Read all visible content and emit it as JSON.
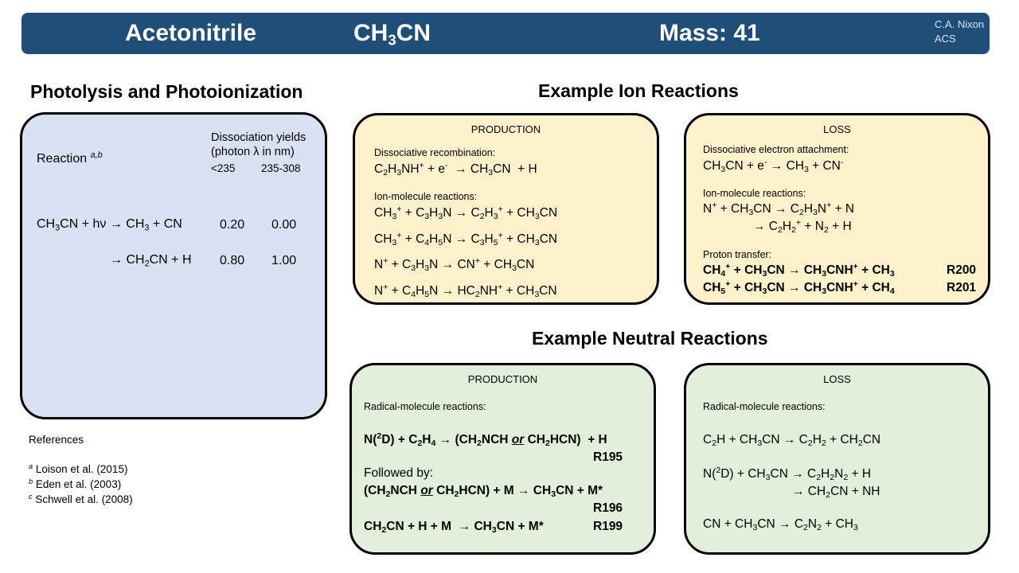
{
  "banner": {
    "name": "Acetonitrile",
    "mass": "Mass: 41",
    "credit_line1": "C.A. Nixon",
    "credit_line2": "ACS"
  },
  "photolysis": {
    "heading": "Photolysis and Photoionization",
    "reaction_header": "Reaction",
    "reaction_header_sup": "a,b",
    "yields_header_line1": "Dissociation yields",
    "yields_header_line2": "(photon λ in nm)",
    "col1": "<235",
    "col2": "235-308",
    "rows": [
      {
        "yield1": "0.20",
        "yield2": "0.00"
      },
      {
        "yield1": "0.80",
        "yield2": "1.00"
      }
    ]
  },
  "ion_reactions": {
    "heading": "Example Ion Reactions",
    "production_title": "PRODUCTION",
    "production_sub1": "Dissociative recombination:",
    "production_sub2": "Ion-molecule reactions:",
    "loss_title": "LOSS",
    "loss_sub1": "Dissociative electron attachment:",
    "loss_sub2": "Ion-molecule reactions:",
    "loss_sub3": "Proton transfer:",
    "loss_label1": "R200",
    "loss_label2": "R201"
  },
  "neutral_reactions": {
    "heading": "Example Neutral Reactions",
    "production_title": "PRODUCTION",
    "production_sub1": "Radical-molecule reactions:",
    "production_followed": "Followed by:",
    "production_label1": "R195",
    "production_label2": "R196",
    "production_label3": "R199",
    "loss_title": "LOSS",
    "loss_sub1": "Radical-molecule reactions:"
  },
  "references": {
    "title": "References",
    "items": [
      {
        "sup": "a",
        "text": "Loison et al.  (2015)"
      },
      {
        "sup": "b",
        "text": "Eden et al.  (2003)"
      },
      {
        "sup": "c",
        "text": "Schwell et al.  (2008)"
      }
    ]
  }
}
